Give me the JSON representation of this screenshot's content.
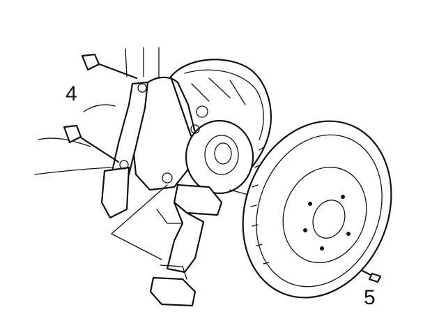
{
  "callouts": [
    {
      "id": "4",
      "text": "4"
    },
    {
      "id": "5",
      "text": "5"
    }
  ],
  "colors": {
    "ink": "#111111",
    "background": "#ffffff"
  }
}
